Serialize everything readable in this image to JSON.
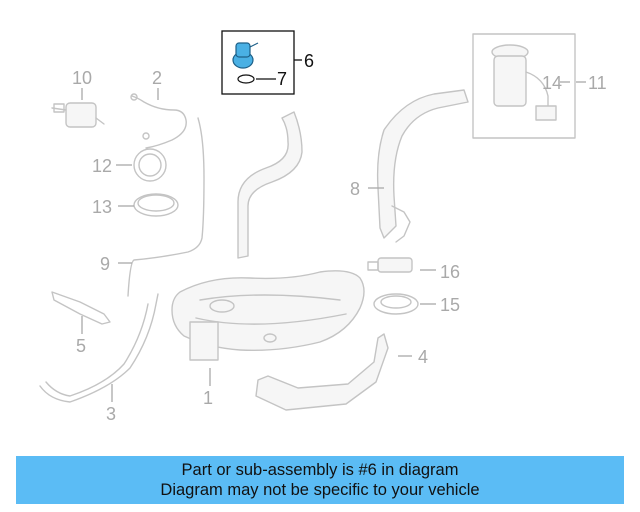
{
  "callouts": {
    "c1": "1",
    "c2": "2",
    "c3": "3",
    "c4": "4",
    "c5": "5",
    "c6": "6",
    "c7": "7",
    "c8": "8",
    "c9": "9",
    "c10": "10",
    "c11": "11",
    "c12": "12",
    "c13": "13",
    "c14": "14",
    "c15": "15",
    "c16": "16"
  },
  "highlight": {
    "part": "6",
    "color": "#4ab0e4"
  },
  "banner": {
    "line1": "Part or sub-assembly is #6 in diagram",
    "line2": "Diagram may not be specific to your vehicle",
    "color": "#5bbcf5"
  }
}
